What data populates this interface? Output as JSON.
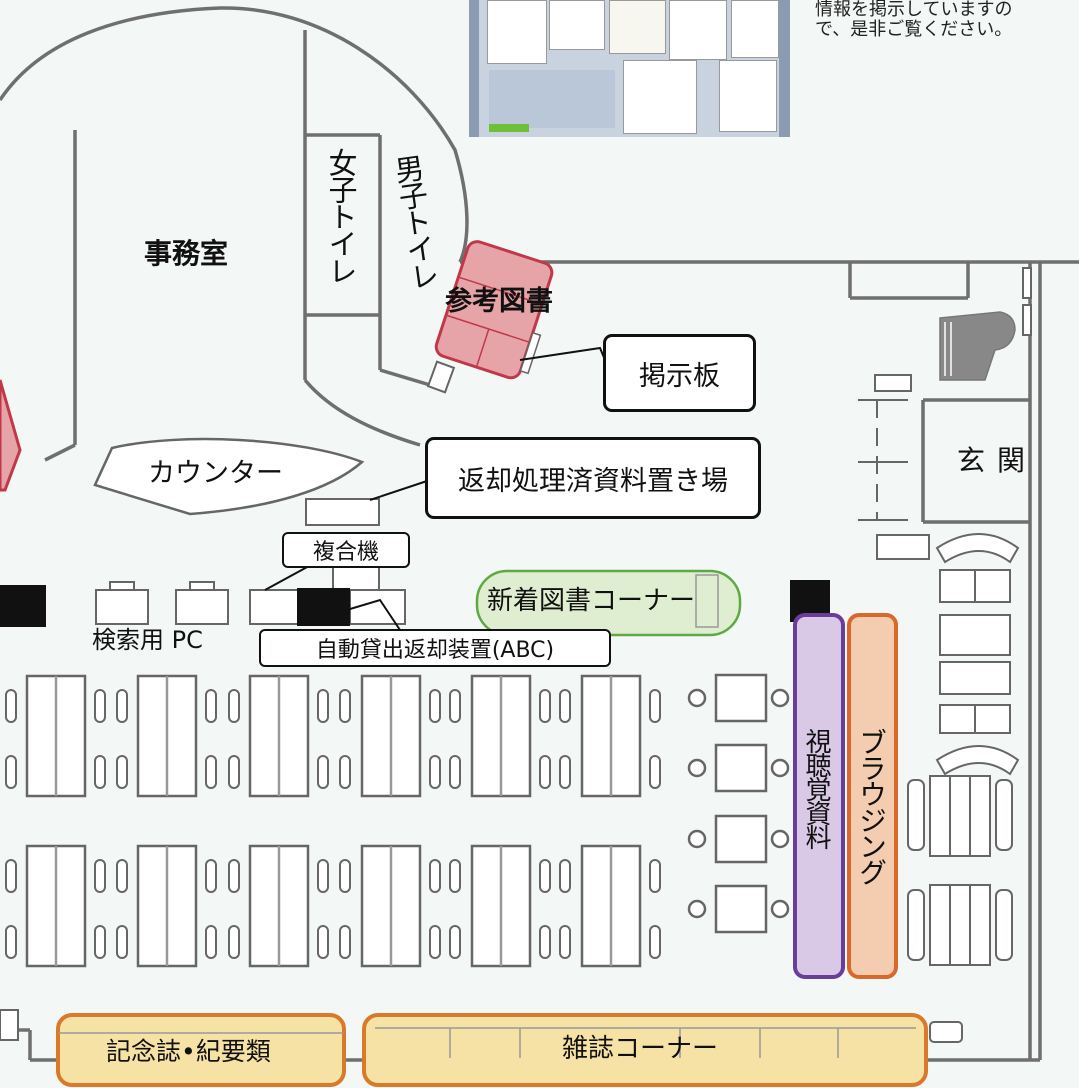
{
  "notice": {
    "line1": "情報を掲示していますので、是非ご覧ください。"
  },
  "rooms": {
    "office": "事務室",
    "womens_restroom": "女子トイレ",
    "mens_restroom": "男子トイレ",
    "counter": "カウンター",
    "entrance": "玄関"
  },
  "areas": {
    "reference_books": "参考図書",
    "new_books_corner": "新着図書コーナー",
    "audiovisual": "視聴覚資料",
    "browsing": "ブラウジング",
    "memorial_bulletins": "記念誌•紀要類",
    "magazine_corner": "雑誌コーナー"
  },
  "callouts": {
    "bulletin_board": "掲示板",
    "returned_items_area": "返却処理済資料置き場",
    "multifunction_printer": "複合機",
    "search_pc": "検索用 PC",
    "abc_machine": "自動貸出返却装置(ABC)"
  },
  "colors": {
    "reference_fill": "#e6a3a8",
    "reference_stroke": "#c0394a",
    "new_books_fill": "#dfeed0",
    "new_books_stroke": "#5fa845",
    "audiovisual_fill": "#d9c9e6",
    "audiovisual_stroke": "#6a3e98",
    "browsing_fill": "#f4cdb0",
    "browsing_stroke": "#d9692a",
    "bulletin_fill": "#f7e2a6",
    "bulletin_stroke": "#d9792a",
    "wall": "#6f6f6f"
  }
}
